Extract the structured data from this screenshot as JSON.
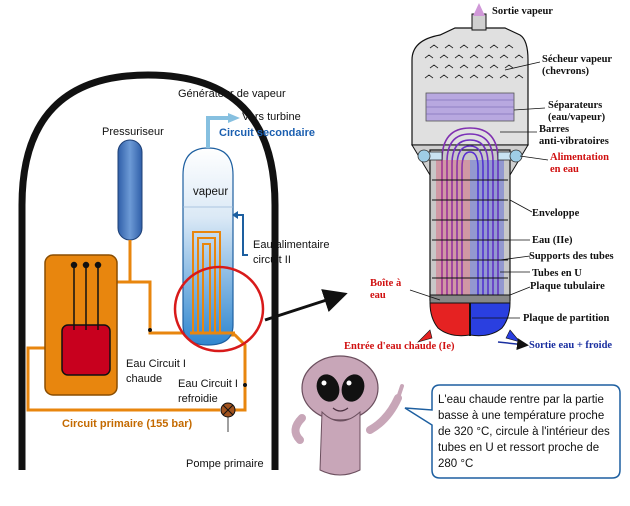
{
  "left": {
    "steam_generator": "Générateur de vapeur",
    "to_turbine": "Vers turbine",
    "secondary_circuit": "Circuit secondaire",
    "pressurizer": "Pressuriseur",
    "steam": "vapeur",
    "feedwater_line1": "Eau alimentaire",
    "feedwater_line2": "circuit II",
    "hot_water_line1": "Eau Circuit I",
    "hot_water_line2": "chaude",
    "cooled_water_line1": "Eau Circuit I",
    "cooled_water_line2": "refroidie",
    "primary_circuit": "Circuit primaire (155 bar)",
    "primary_pump": "Pompe primaire"
  },
  "right": {
    "steam_out": "Sortie vapeur",
    "dryer_line1": "Sécheur vapeur",
    "dryer_line2": "(chevrons)",
    "separators_line1": "Séparateurs",
    "separators_line2": "(eau/vapeur)",
    "antivib_line1": "Barres",
    "antivib_line2": "anti-vibratoires",
    "feed_line1": "Alimentation",
    "feed_line2": "en eau",
    "shell": "Enveloppe",
    "water_ii": "Eau (IIe)",
    "tube_supports": "Supports des tubes",
    "u_tubes": "Tubes en U",
    "tube_plate": "Plaque tubulaire",
    "box_line1": "Boîte à",
    "box_line2": "eau",
    "partition_plate": "Plaque de partition",
    "hot_inlet": "Entrée d'eau chaude (Ie)",
    "cold_outlet": "Sortie eau + froide"
  },
  "bubble": {
    "text": "L'eau chaude rentre par la partie basse à une température proche de 320 °C, circule à l'intérieur des tubes en U et ressort proche de 280 °C"
  },
  "colors": {
    "primary_orange": "#e8860e",
    "vessel_red": "#c8001e",
    "pressurizer_blue": "#4a7fc0",
    "secondary_blue": "#86c0e0",
    "highlight_red": "#d81a1a",
    "hot_red": "#e52222",
    "cold_blue": "#2a3fe0"
  }
}
